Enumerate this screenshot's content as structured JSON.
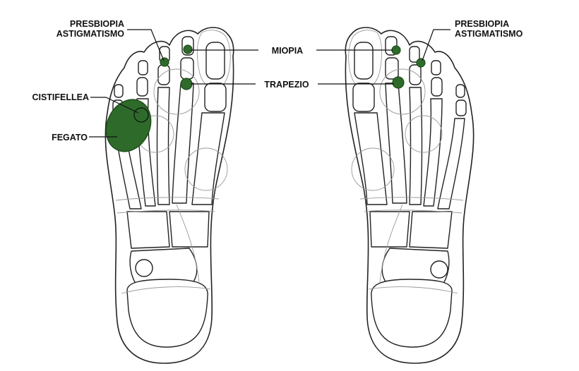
{
  "labels": {
    "presbiopia_left_1": "PRESBIOPIA",
    "presbiopia_left_2": "ASTIGMATISMO",
    "presbiopia_right_1": "PRESBIOPIA",
    "presbiopia_right_2": "ASTIGMATISMO",
    "miopia": "MIOPIA",
    "trapezio": "TRAPEZIO",
    "cistifellea": "CISTIFELLEA",
    "fegato": "FEGATO"
  },
  "colors": {
    "zone_fill": "#2e6b2a",
    "zone_stroke": "#1f4d1c",
    "line": "#222222"
  }
}
